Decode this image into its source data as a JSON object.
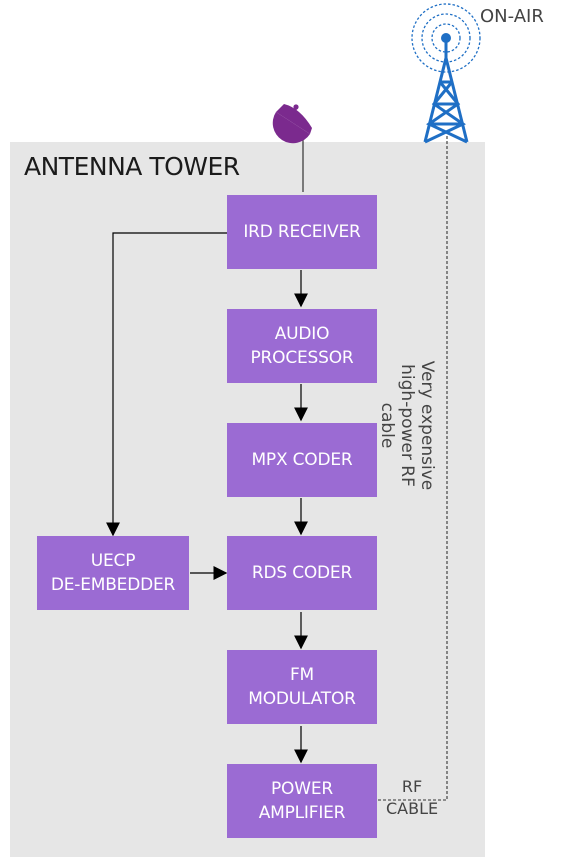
{
  "diagram": {
    "title": "ANTENNA TOWER",
    "on_air_label": "ON-AIR",
    "cable_note": {
      "line1": "Very expensive",
      "line2": "high-power RF cable"
    },
    "rf_cable_label": {
      "line1": "RF",
      "line2": "CABLE"
    },
    "nodes": {
      "ird": {
        "line1": "IRD RECEIVER"
      },
      "audio": {
        "line1": "AUDIO",
        "line2": "PROCESSOR"
      },
      "mpx": {
        "line1": "MPX CODER"
      },
      "uecp": {
        "line1": "UECP",
        "line2": "DE-EMBEDDER"
      },
      "rds": {
        "line1": "RDS CODER"
      },
      "fm": {
        "line1": "FM",
        "line2": "MODULATOR"
      },
      "power": {
        "line1": "POWER",
        "line2": "AMPLIFIER"
      }
    }
  },
  "colors": {
    "box": "#9b6bd3",
    "dish": "#7b2a8e",
    "tower": "#1f6fc5",
    "panel": "#e6e6e6"
  },
  "icons": {
    "satellite": "satellite-dish-icon",
    "tower": "radio-tower-icon"
  }
}
